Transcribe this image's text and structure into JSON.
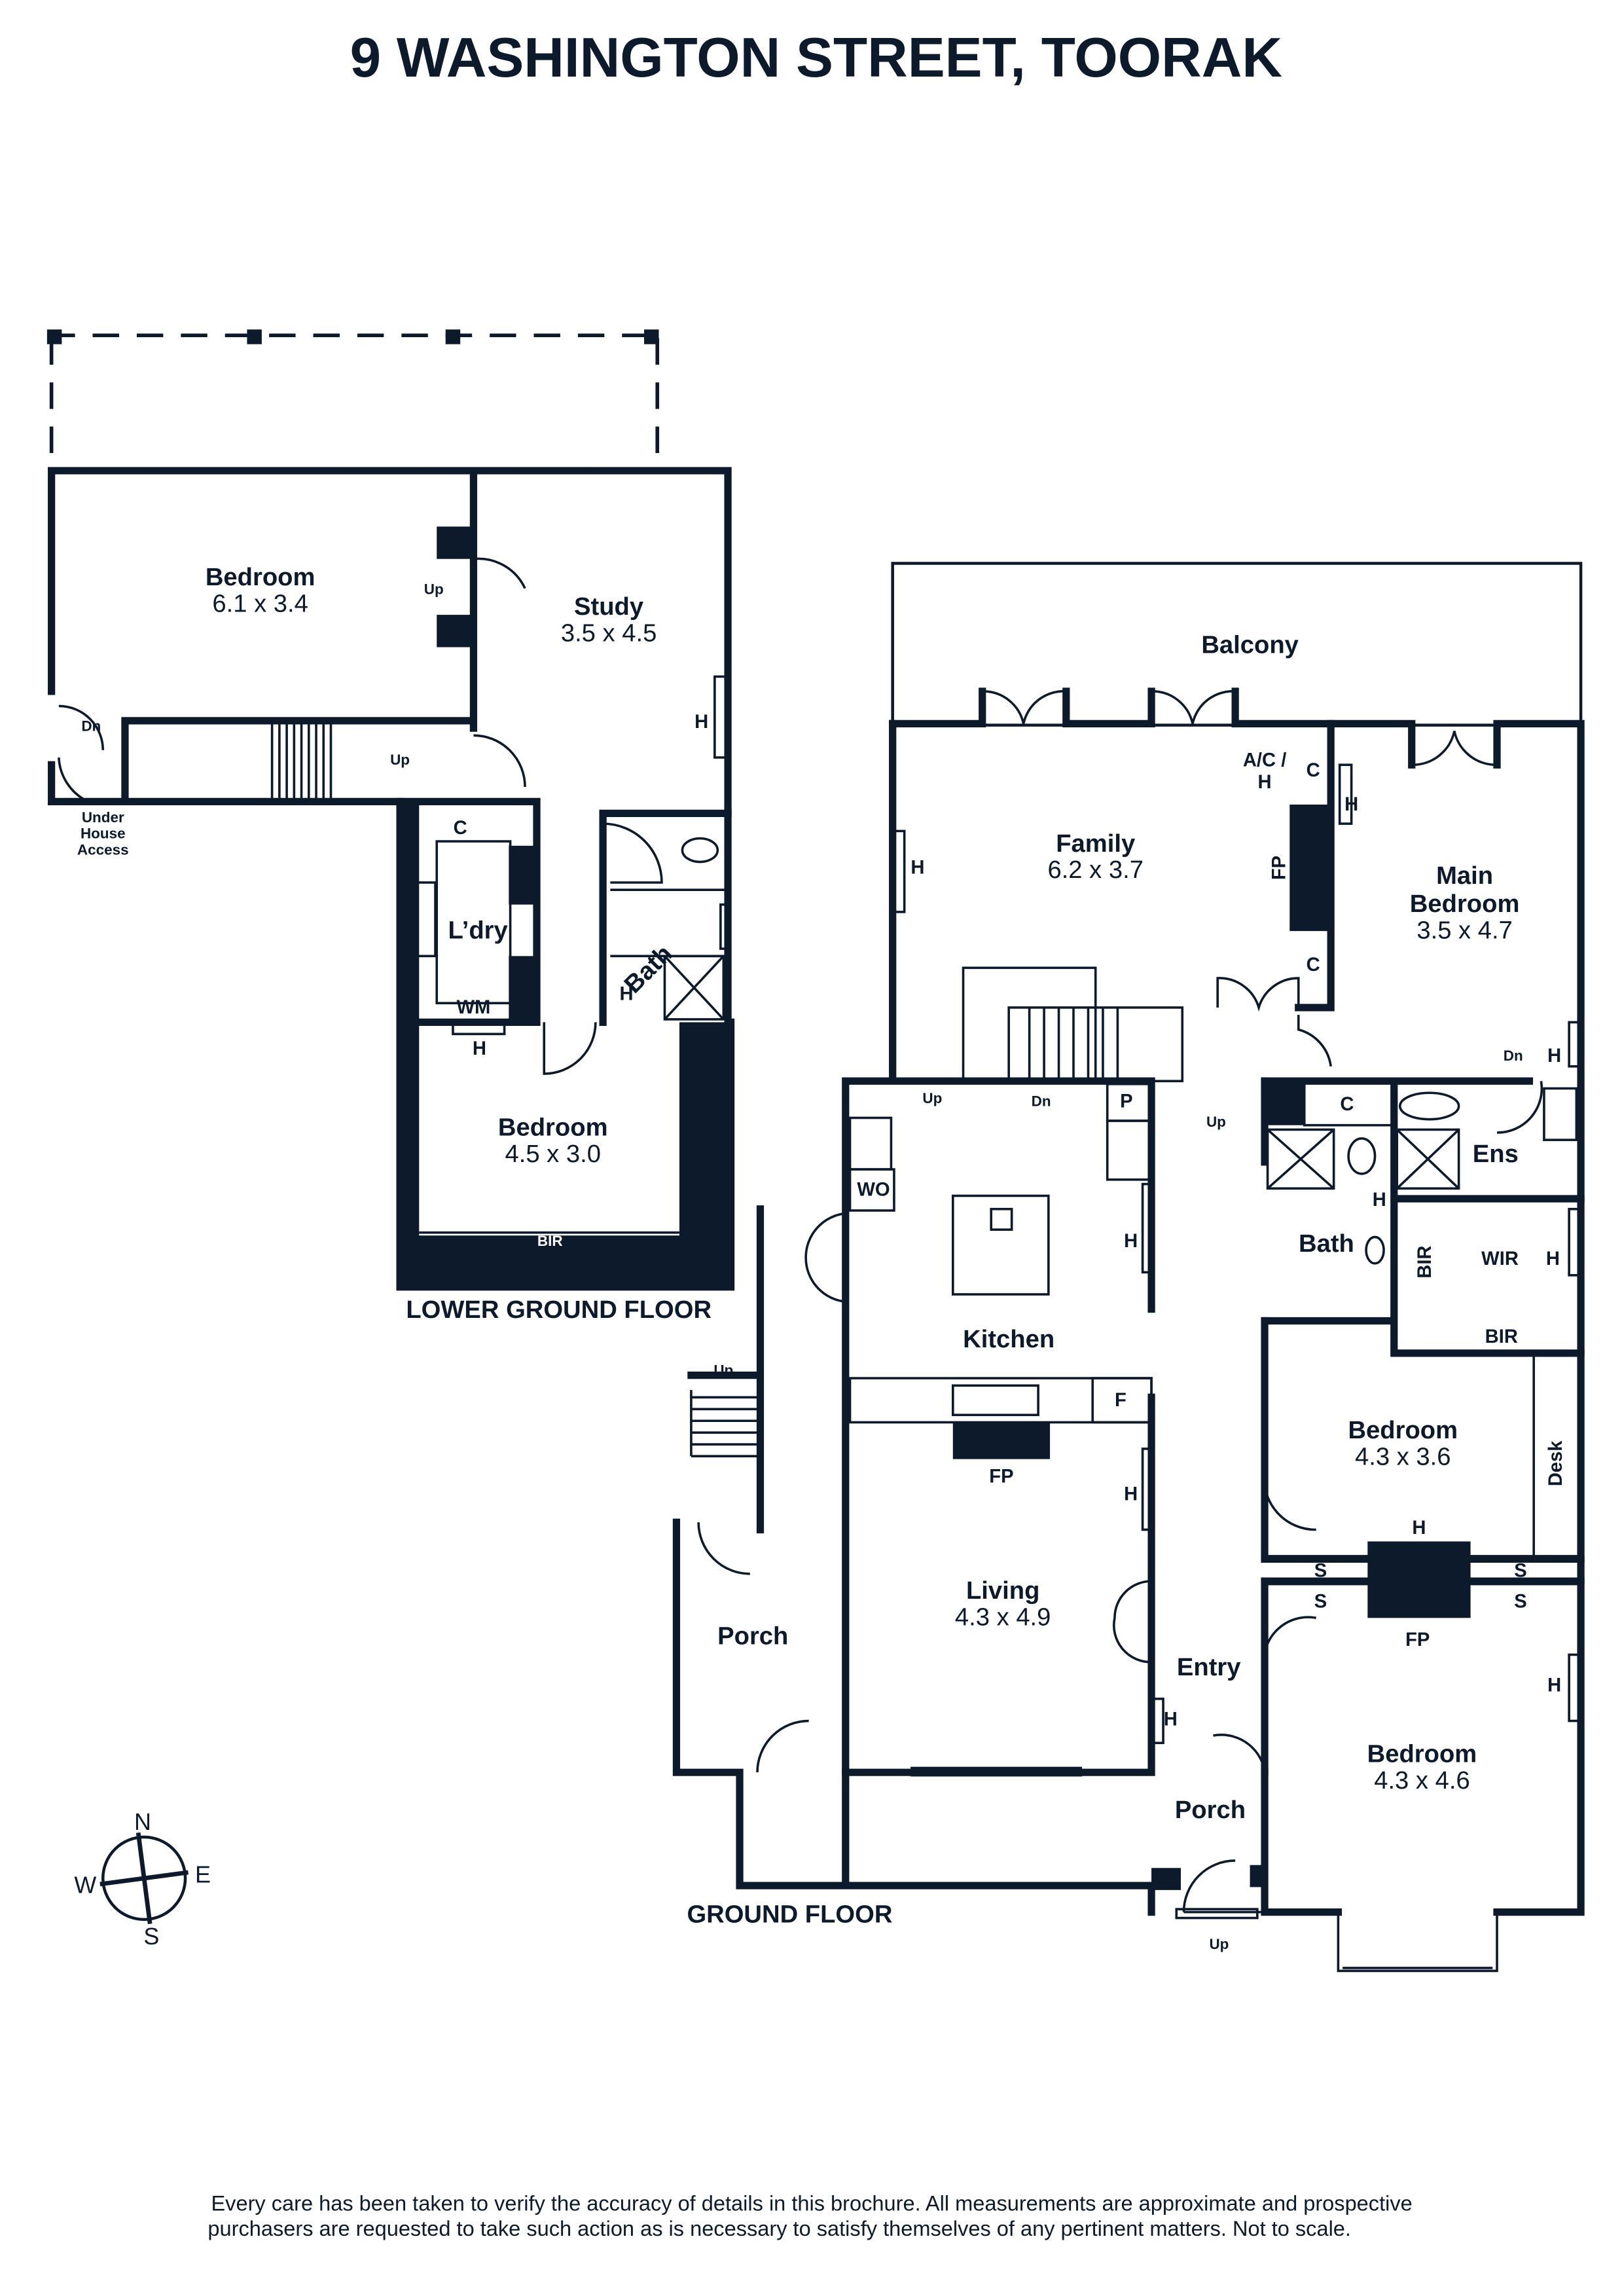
{
  "title": "9 WASHINGTON STREET, TOORAK",
  "floors": {
    "lower": "LOWER GROUND FLOOR",
    "ground": "GROUND FLOOR"
  },
  "rooms": {
    "lg_bedroom1": {
      "name": "Bedroom",
      "dims": "6.1 x 3.4"
    },
    "lg_study": {
      "name": "Study",
      "dims": "3.5 x 4.5"
    },
    "lg_laundry": {
      "name": "L’dry"
    },
    "lg_bath": {
      "name": "Bath"
    },
    "lg_bedroom2": {
      "name": "Bedroom",
      "dims": "4.5 x 3.0"
    },
    "balcony": {
      "name": "Balcony"
    },
    "family": {
      "name": "Family",
      "dims": "6.2 x 3.7"
    },
    "main_bedroom": {
      "name1": "Main",
      "name2": "Bedroom",
      "dims": "3.5 x 4.7"
    },
    "kitchen": {
      "name": "Kitchen"
    },
    "living": {
      "name": "Living",
      "dims": "4.3 x 4.9"
    },
    "porch_west": {
      "name": "Porch"
    },
    "entry": {
      "name": "Entry"
    },
    "porch_front": {
      "name": "Porch"
    },
    "bedroom_a": {
      "name": "Bedroom",
      "dims": "4.3 x 3.6"
    },
    "bedroom_b": {
      "name": "Bedroom",
      "dims": "4.3 x 4.6"
    },
    "ensuite": {
      "name": "Ens"
    },
    "bath": {
      "name": "Bath"
    },
    "wir": {
      "name": "WIR"
    },
    "bir_h": {
      "name": "BIR"
    },
    "bir_v": {
      "name": "BIR"
    },
    "desk": {
      "name": "Desk"
    }
  },
  "lower_labels": [
    "Up",
    "Dn",
    "Up",
    "Under",
    "House",
    "Access",
    "H",
    "C",
    "WM",
    "H",
    "H",
    "BIR"
  ],
  "ground_labels": [
    "A/C /",
    "H",
    "C",
    "H",
    "FP",
    "C",
    "H",
    "Up",
    "Dn",
    "P",
    "Up",
    "C",
    "Dn",
    "H",
    "H",
    "H",
    "H",
    "WO",
    "F",
    "FP",
    "H",
    "H",
    "S",
    "S",
    "S",
    "S",
    "FP",
    "H",
    "H",
    "Up",
    "Up"
  ],
  "compass": {
    "n": "N",
    "e": "E",
    "s": "S",
    "w": "W"
  },
  "disclaimer": [
    "Every care has been taken to verify the accuracy of details in this brochure. All measurements are approximate and prospective",
    "purchasers are requested to take such action as is necessary to satisfy themselves of any pertinent matters. Not to scale."
  ],
  "colors": {
    "ink": "#0d1a2b",
    "background": "#ffffff"
  }
}
